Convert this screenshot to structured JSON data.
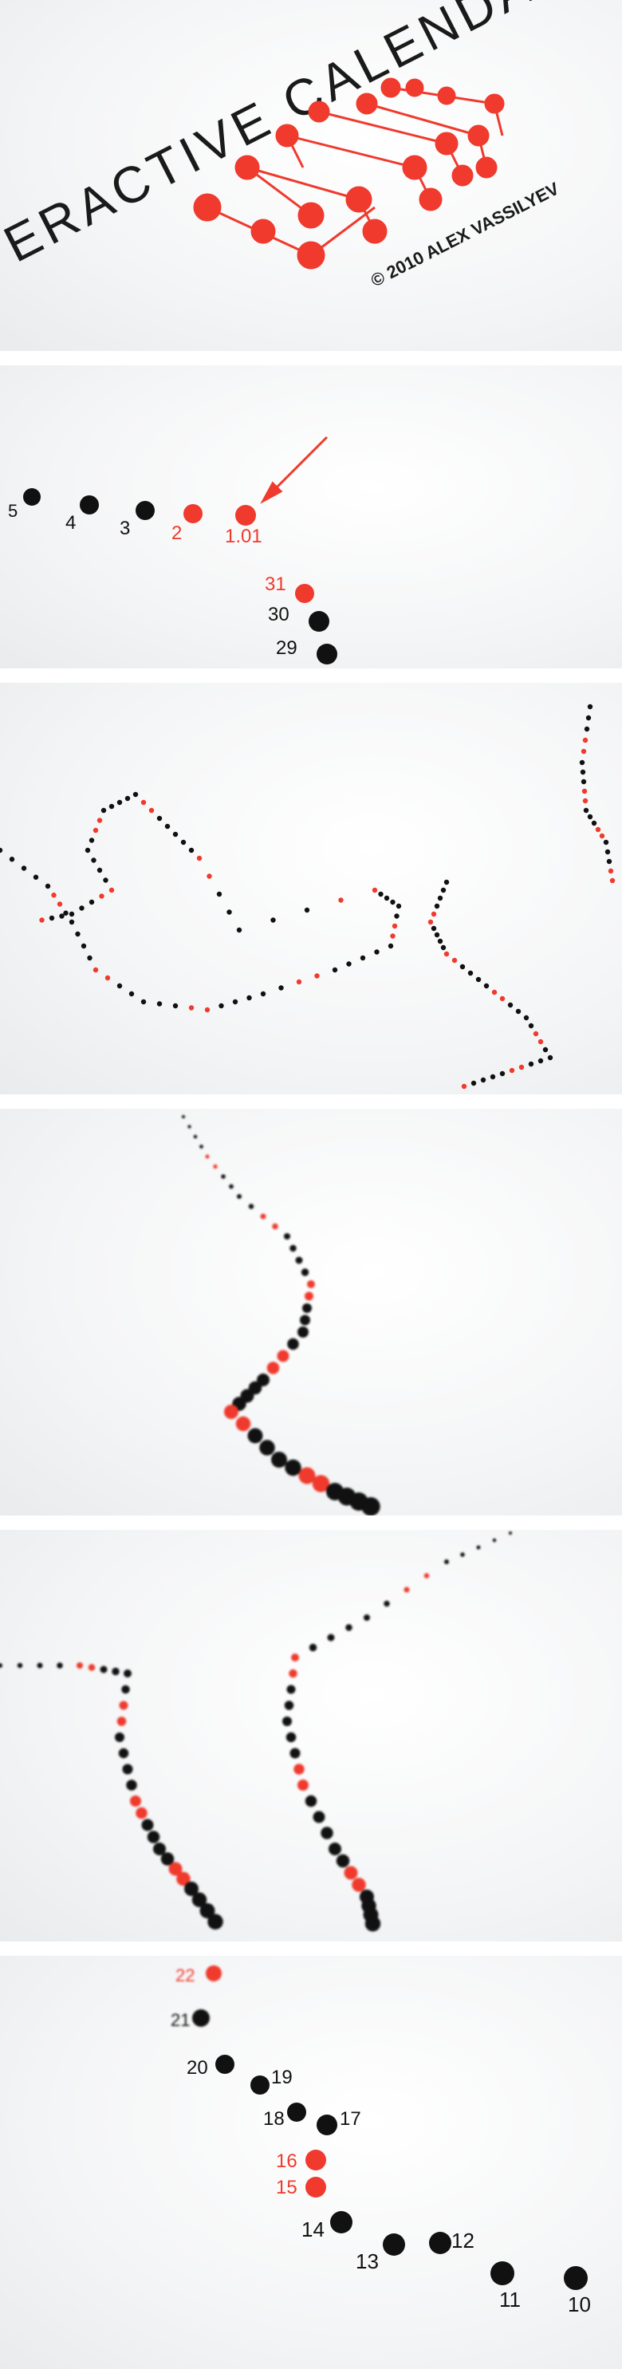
{
  "poster": {
    "title": "ERACTIVE CALENDAR",
    "credit": "© 2010 ALEX VASSILYEV"
  },
  "colors": {
    "accent": "#ef3a2d",
    "ink": "#111111"
  },
  "panel2": {
    "labels": [
      "5",
      "4",
      "3",
      "2",
      "1.01",
      "31",
      "30",
      "29"
    ]
  },
  "panel6": {
    "labels": [
      "22",
      "21",
      "20",
      "19",
      "18",
      "17",
      "16",
      "15",
      "14",
      "13",
      "12",
      "11",
      "10"
    ]
  }
}
